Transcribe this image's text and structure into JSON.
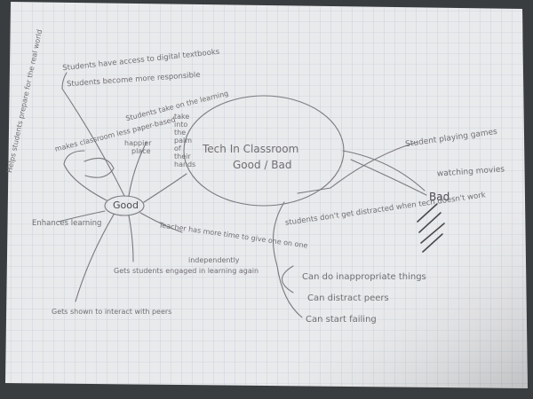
{
  "center": {
    "title": "Tech In Classroom",
    "subtitle": "Good / Bad"
  },
  "good": {
    "label": "Good",
    "items": [
      "Students have access to digital textbooks",
      "Students become more responsible",
      "Students take on the learning",
      "makes classroom less paper-based",
      "Enhances learning",
      "Teacher has more time to give one on one",
      "Gets students engaged in learning again",
      "Gets shown to interact with peers",
      "Helps students prepare for the real world"
    ],
    "fragments": {
      "take_lines": [
        "take",
        "into",
        "the",
        "palm",
        "of",
        "their",
        "hands"
      ],
      "happy_lines": [
        "happier",
        "place"
      ],
      "independently": "independently"
    }
  },
  "bad": {
    "label": "Bad",
    "items": [
      "Student playing games",
      "watching movies",
      "students don't get distracted when tech doesn't work",
      "Can do inappropriate things",
      "Can distract peers",
      "Can start failing"
    ]
  },
  "colors": {
    "paper": "#e9eaec",
    "grid": "#b8c2d0",
    "pencil": "#6f6f72",
    "surface": "#3a3d40"
  }
}
